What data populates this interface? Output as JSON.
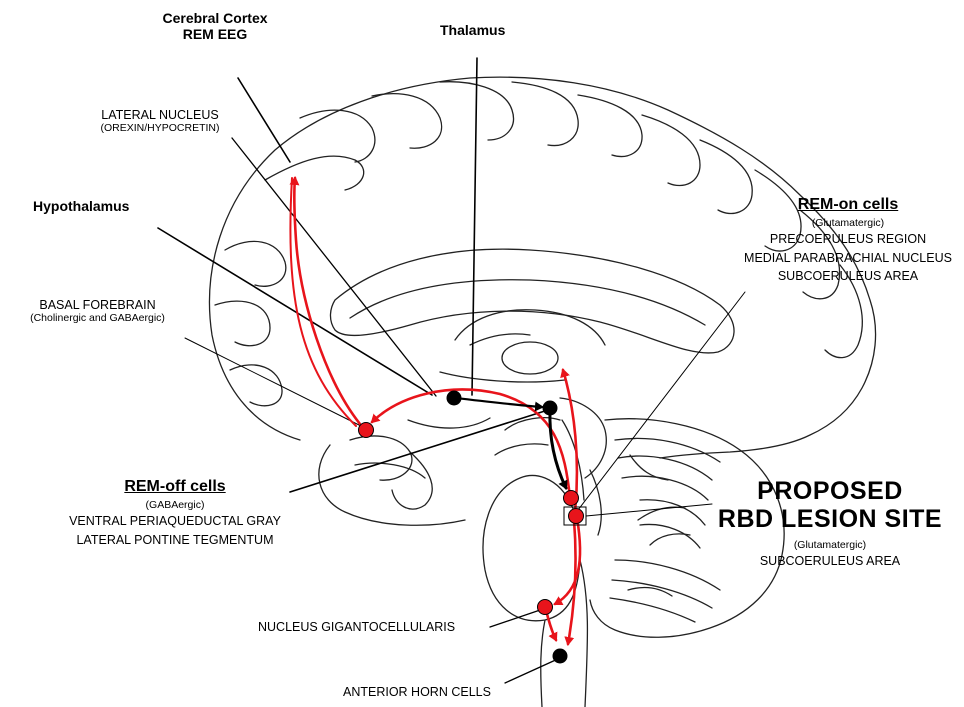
{
  "labels": {
    "cortex_title": "Cerebral Cortex",
    "cortex_sub": "REM EEG",
    "thalamus": "Thalamus",
    "lateral_nucleus": "LATERAL NUCLEUS",
    "lateral_nucleus_sub": "(OREXIN/HYPOCRETIN)",
    "hypothalamus": "Hypothalamus",
    "basal_forebrain": "BASAL FOREBRAIN",
    "basal_forebrain_sub": "(Cholinergic and GABAergic)",
    "rem_on_title": "REM-on cells",
    "rem_on_sub": "(Glutamatergic)",
    "rem_on_1": "PRECOERULEUS  REGION",
    "rem_on_2": "MEDIAL PARABRACHIAL NUCLEUS",
    "rem_on_3": "SUBCOERULEUS AREA",
    "rem_off_title": "REM-off cells",
    "rem_off_sub": "(GABAergic)",
    "rem_off_1": "VENTRAL PERIAQUEDUCTAL GRAY",
    "rem_off_2": "LATERAL PONTINE TEGMENTUM",
    "proposed_1": "PROPOSED",
    "proposed_2": "RBD LESION SITE",
    "proposed_sub": "(Glutamatergic)",
    "proposed_area": "SUBCOERULEUS AREA",
    "nucleus_giganto": "NUCLEUS GIGANTOCELLULARIS",
    "anterior_horn": "ANTERIOR HORN CELLS"
  },
  "colors": {
    "pathway_red": "#e8141b",
    "node_red": "#e8141b",
    "node_black": "#000000",
    "outline": "#222222"
  }
}
